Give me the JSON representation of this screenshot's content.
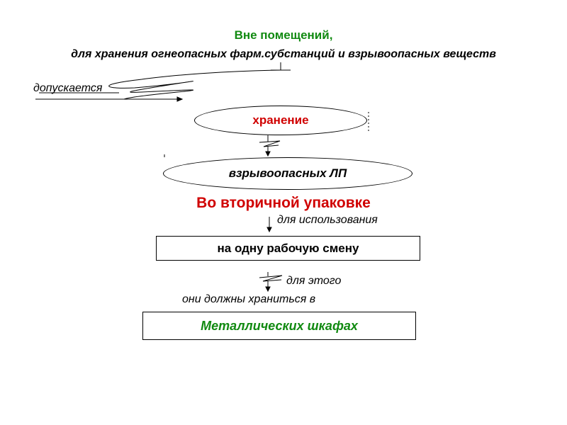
{
  "title": {
    "line1": "Вне помещений,",
    "line2": "для хранения огнеопасных  фарм.субстанций и взрывоопасных веществ"
  },
  "labels": {
    "allowed": "допускается",
    "for_use": "для использования",
    "for_this": "для этого",
    "must_store": "они должны храниться в"
  },
  "nodes": {
    "storage": "хранение",
    "explosive": "взрывоопасных ЛП",
    "secondary_pack": "Во вторичной упаковке",
    "one_shift": "на одну рабочую смену",
    "cabinets": "Металлических шкафах"
  },
  "colors": {
    "green": "#118a11",
    "red": "#d00000",
    "black": "#000000"
  }
}
